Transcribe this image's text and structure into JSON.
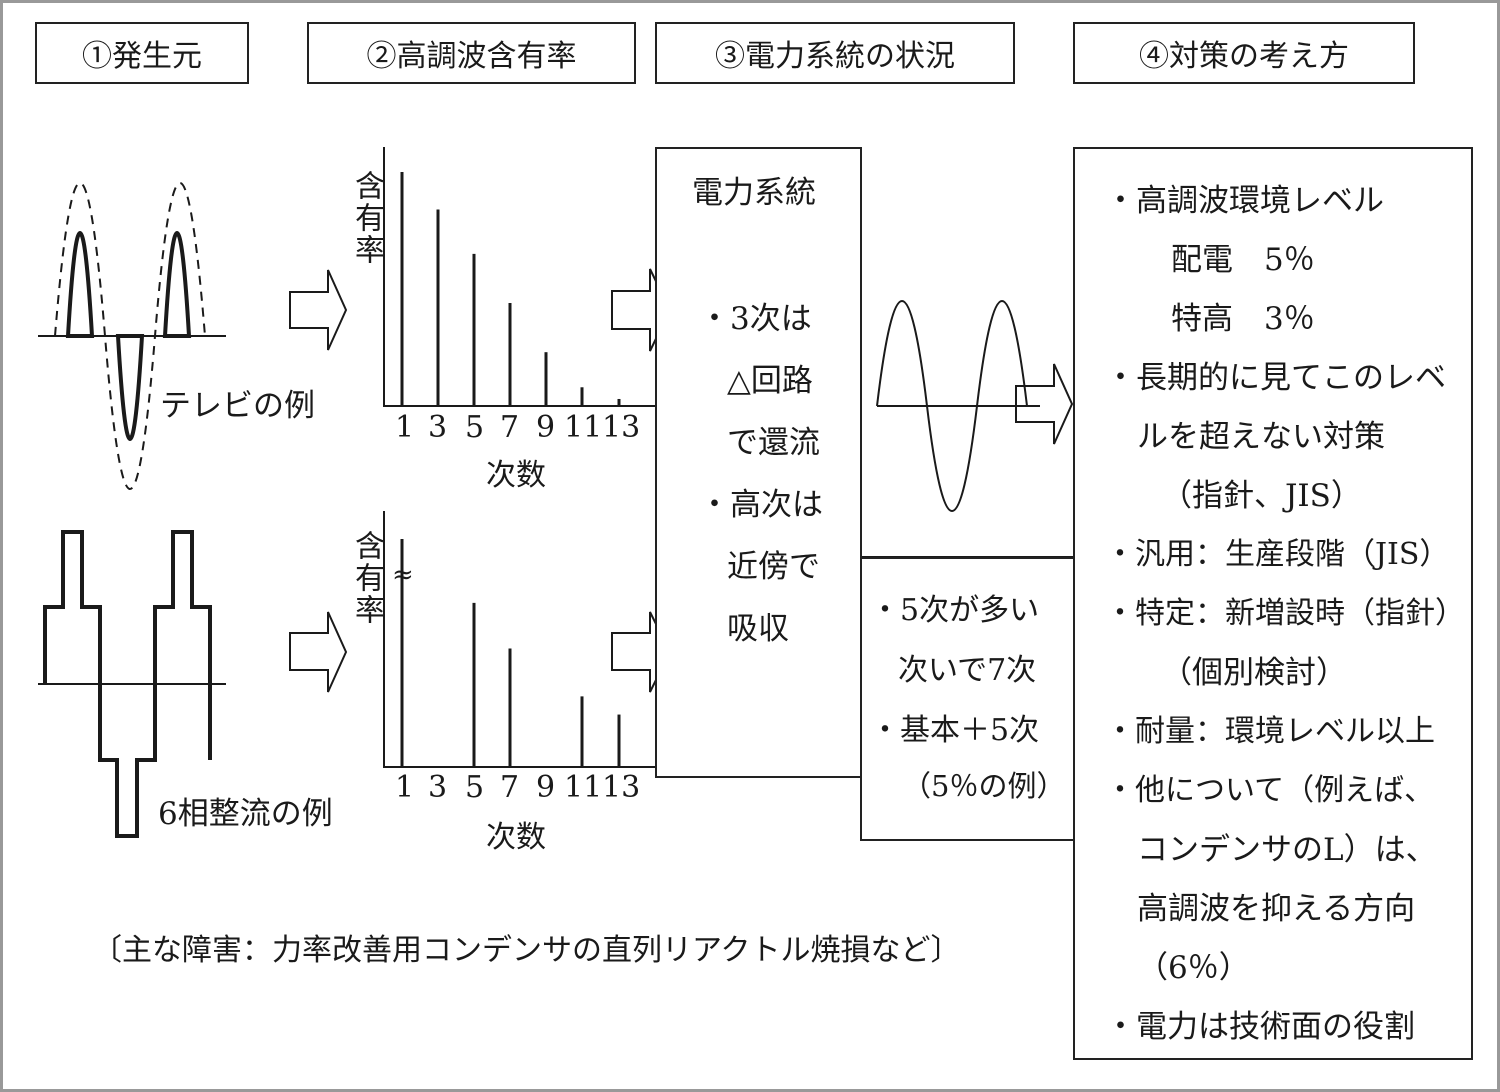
{
  "headers": {
    "source": "①発生元",
    "content": "②高調波含有率",
    "system": "③電力系統の状況",
    "measures": "④対策の考え方"
  },
  "waveforms": {
    "tv_label": "テレビの例",
    "rectifier_label": "6相整流の例"
  },
  "spectrum_top": {
    "ylabel": "含有率",
    "xlabel": "次数",
    "ticks": [
      "1",
      "3",
      "5",
      "7",
      "9",
      "11",
      "13"
    ],
    "values": [
      100,
      84,
      65,
      44,
      23,
      8,
      3
    ]
  },
  "spectrum_bottom": {
    "ylabel": "含有率",
    "xlabel": "次数",
    "break_mark": "≈",
    "ticks": [
      "1",
      "3",
      "5",
      "7",
      "9",
      "11",
      "13"
    ],
    "values": [
      100,
      0,
      72,
      52,
      0,
      31,
      23
    ]
  },
  "power_system": {
    "title": "電力系統",
    "lines": [
      "・3次は",
      "△回路",
      "で還流",
      "・高次は",
      "近傍で",
      "吸収"
    ]
  },
  "result_box": {
    "lines": [
      "・5次が多い",
      "次いで7次",
      "・基本＋5次",
      "（5％の例）"
    ]
  },
  "measures_box": {
    "lines": [
      "・高調波環境レベル",
      "配電　5％",
      "特高　3％",
      "・長期的に見てこのレベ",
      "ルを超えない対策",
      "（指針、JIS）",
      "・汎用：生産段階（JIS）",
      "・特定：新増設時（指針）",
      "（個別検討）",
      "・耐量：環境レベル以上",
      "・他について（例えば、",
      "コンデンサのL）は、",
      "高調波を抑える方向",
      "（6％）",
      "・電力は技術面の役割"
    ]
  },
  "footer_note": "〔主な障害：力率改善用コンデンサの直列リアクトル焼損など〕",
  "colors": {
    "ink": "#1a1a1a",
    "frame": "#999999"
  }
}
